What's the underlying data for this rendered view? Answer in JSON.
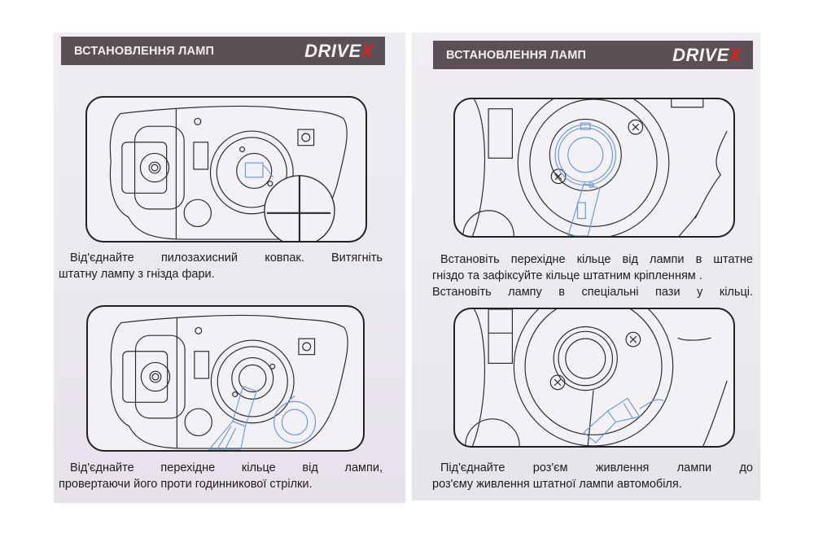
{
  "pages": [
    {
      "header": {
        "title": "ВСТАНОВЛЕННЯ ЛАМП",
        "logo_main": "DRIVE",
        "logo_accent": "X",
        "logo_accent_color": "#e0201c",
        "bar_color": "#5a5055"
      },
      "steps": [
        {
          "illustration": "remove-dust-cap-and-stock-bulb",
          "caption_lines": [
            "Від'єднайте пилозахисний ковпак. Витягніть",
            "штатну лампу з гнізда фари."
          ]
        },
        {
          "illustration": "detach-adapter-ring",
          "caption_lines": [
            "Від'єднайте перехідне кільце від лампи,",
            "провертаючи його проти годинникової стрілки."
          ]
        }
      ]
    },
    {
      "header": {
        "title": "ВСТАНОВЛЕННЯ ЛАМП",
        "logo_main": "DRIVE",
        "logo_accent": "X",
        "logo_accent_color": "#e0201c",
        "bar_color": "#5a5055"
      },
      "steps": [
        {
          "illustration": "install-adapter-ring-and-bulb",
          "caption_lines": [
            "Встановіть перехідне кільце від лампи в штатне",
            "гніздо та зафіксуйте кільце штатним кріпленням .",
            "Встановіть лампу в спеціальні пази у кільці."
          ]
        },
        {
          "illustration": "connect-power-connector",
          "caption_lines": [
            "Під'єднайте роз'єм живлення лампи до",
            "роз'єму живлення штатної лампи автомобіля."
          ]
        }
      ]
    }
  ],
  "colors": {
    "page": "#edeaf1",
    "line_art": "#222222",
    "highlight_blue": "#6a9ad6"
  }
}
